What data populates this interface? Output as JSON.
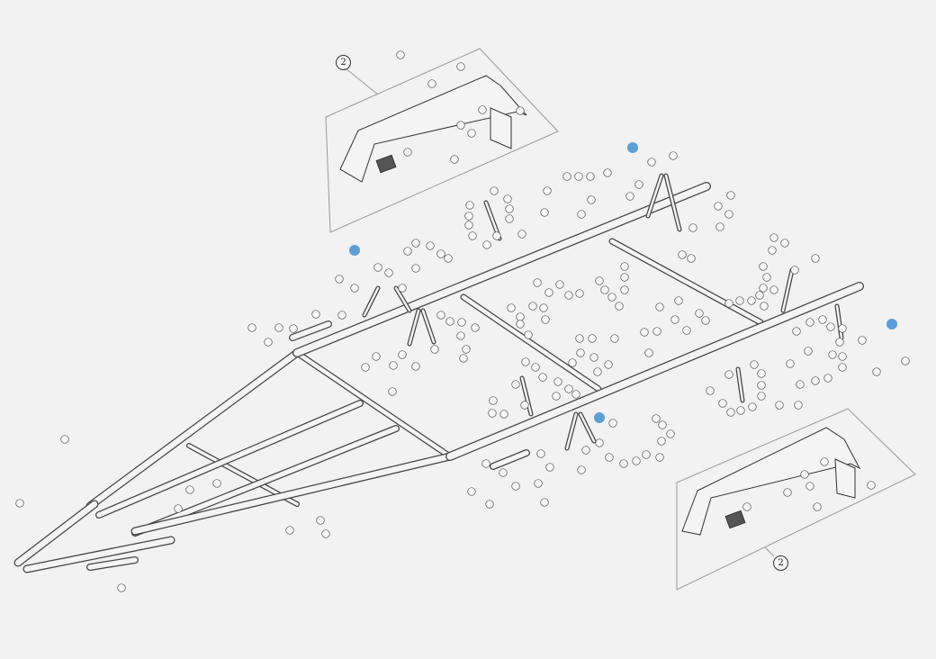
{
  "diagram": {
    "assembly_callouts": [
      "2",
      "2"
    ],
    "hotspot_color": "#5a9fd8",
    "hotspots": [
      {
        "id": "hotspot-1"
      },
      {
        "id": "hotspot-2"
      },
      {
        "id": "hotspot-3"
      },
      {
        "id": "hotspot-4"
      }
    ]
  }
}
